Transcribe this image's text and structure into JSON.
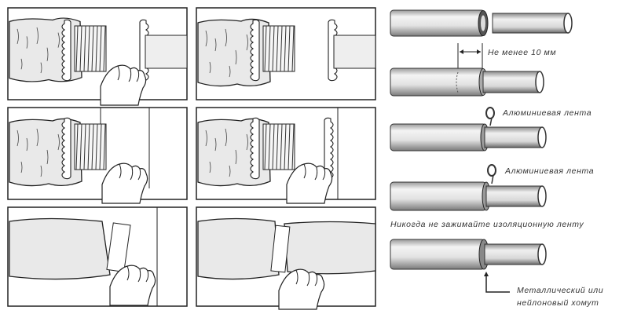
{
  "labels": {
    "min_distance": "Не менее 10 мм",
    "aluminum_tape_1": "Алюминиевая лента",
    "aluminum_tape_2": "Алюминиевая лента",
    "warning": "Никогда не зажимайте изоляционную ленту",
    "clamp_line1": "Металлический или",
    "clamp_line2": "нейлоновый хомут"
  },
  "steps": [
    "step-1",
    "step-2",
    "step-3",
    "step-4",
    "step-5",
    "step-6"
  ]
}
